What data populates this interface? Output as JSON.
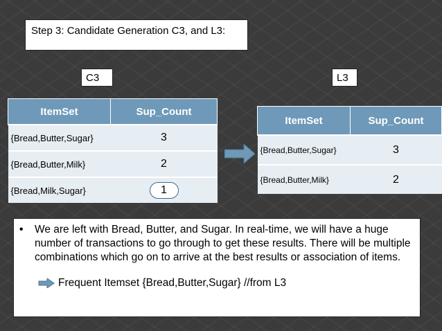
{
  "step_title": "Step 3: Candidate Generation C3, and L3:",
  "c3": {
    "label": "C3",
    "headers": [
      "ItemSet",
      "Sup_Count"
    ],
    "rows": [
      {
        "itemset": "{Bread,Butter,Sugar}",
        "count": "3"
      },
      {
        "itemset": "{Bread,Butter,Milk}",
        "count": "2"
      },
      {
        "itemset": "{Bread,Milk,Sugar}",
        "count": "1"
      }
    ]
  },
  "l3": {
    "label": "L3",
    "headers": [
      "ItemSet",
      "Sup_Count"
    ],
    "rows": [
      {
        "itemset": "{Bread,Butter,Sugar}",
        "count": "3"
      },
      {
        "itemset": "{Bread,Butter,Milk}",
        "count": "2"
      }
    ]
  },
  "arrow_icon": "right-arrow-icon",
  "notes": {
    "bullet": "We are left with Bread, Butter, and Sugar. In real-time, we will have a huge number of transactions to go through to get these results. There will be multiple combinations which go on to arrive at the best results or association of items.",
    "sub_bullet": "Frequent Itemset {Bread,Butter,Sugar} //from L3"
  },
  "colors": {
    "background": "#3b3b3b",
    "table_header": "#6f99b8",
    "table_cell": "#e6edf3",
    "arrow": "#6f99b8"
  }
}
